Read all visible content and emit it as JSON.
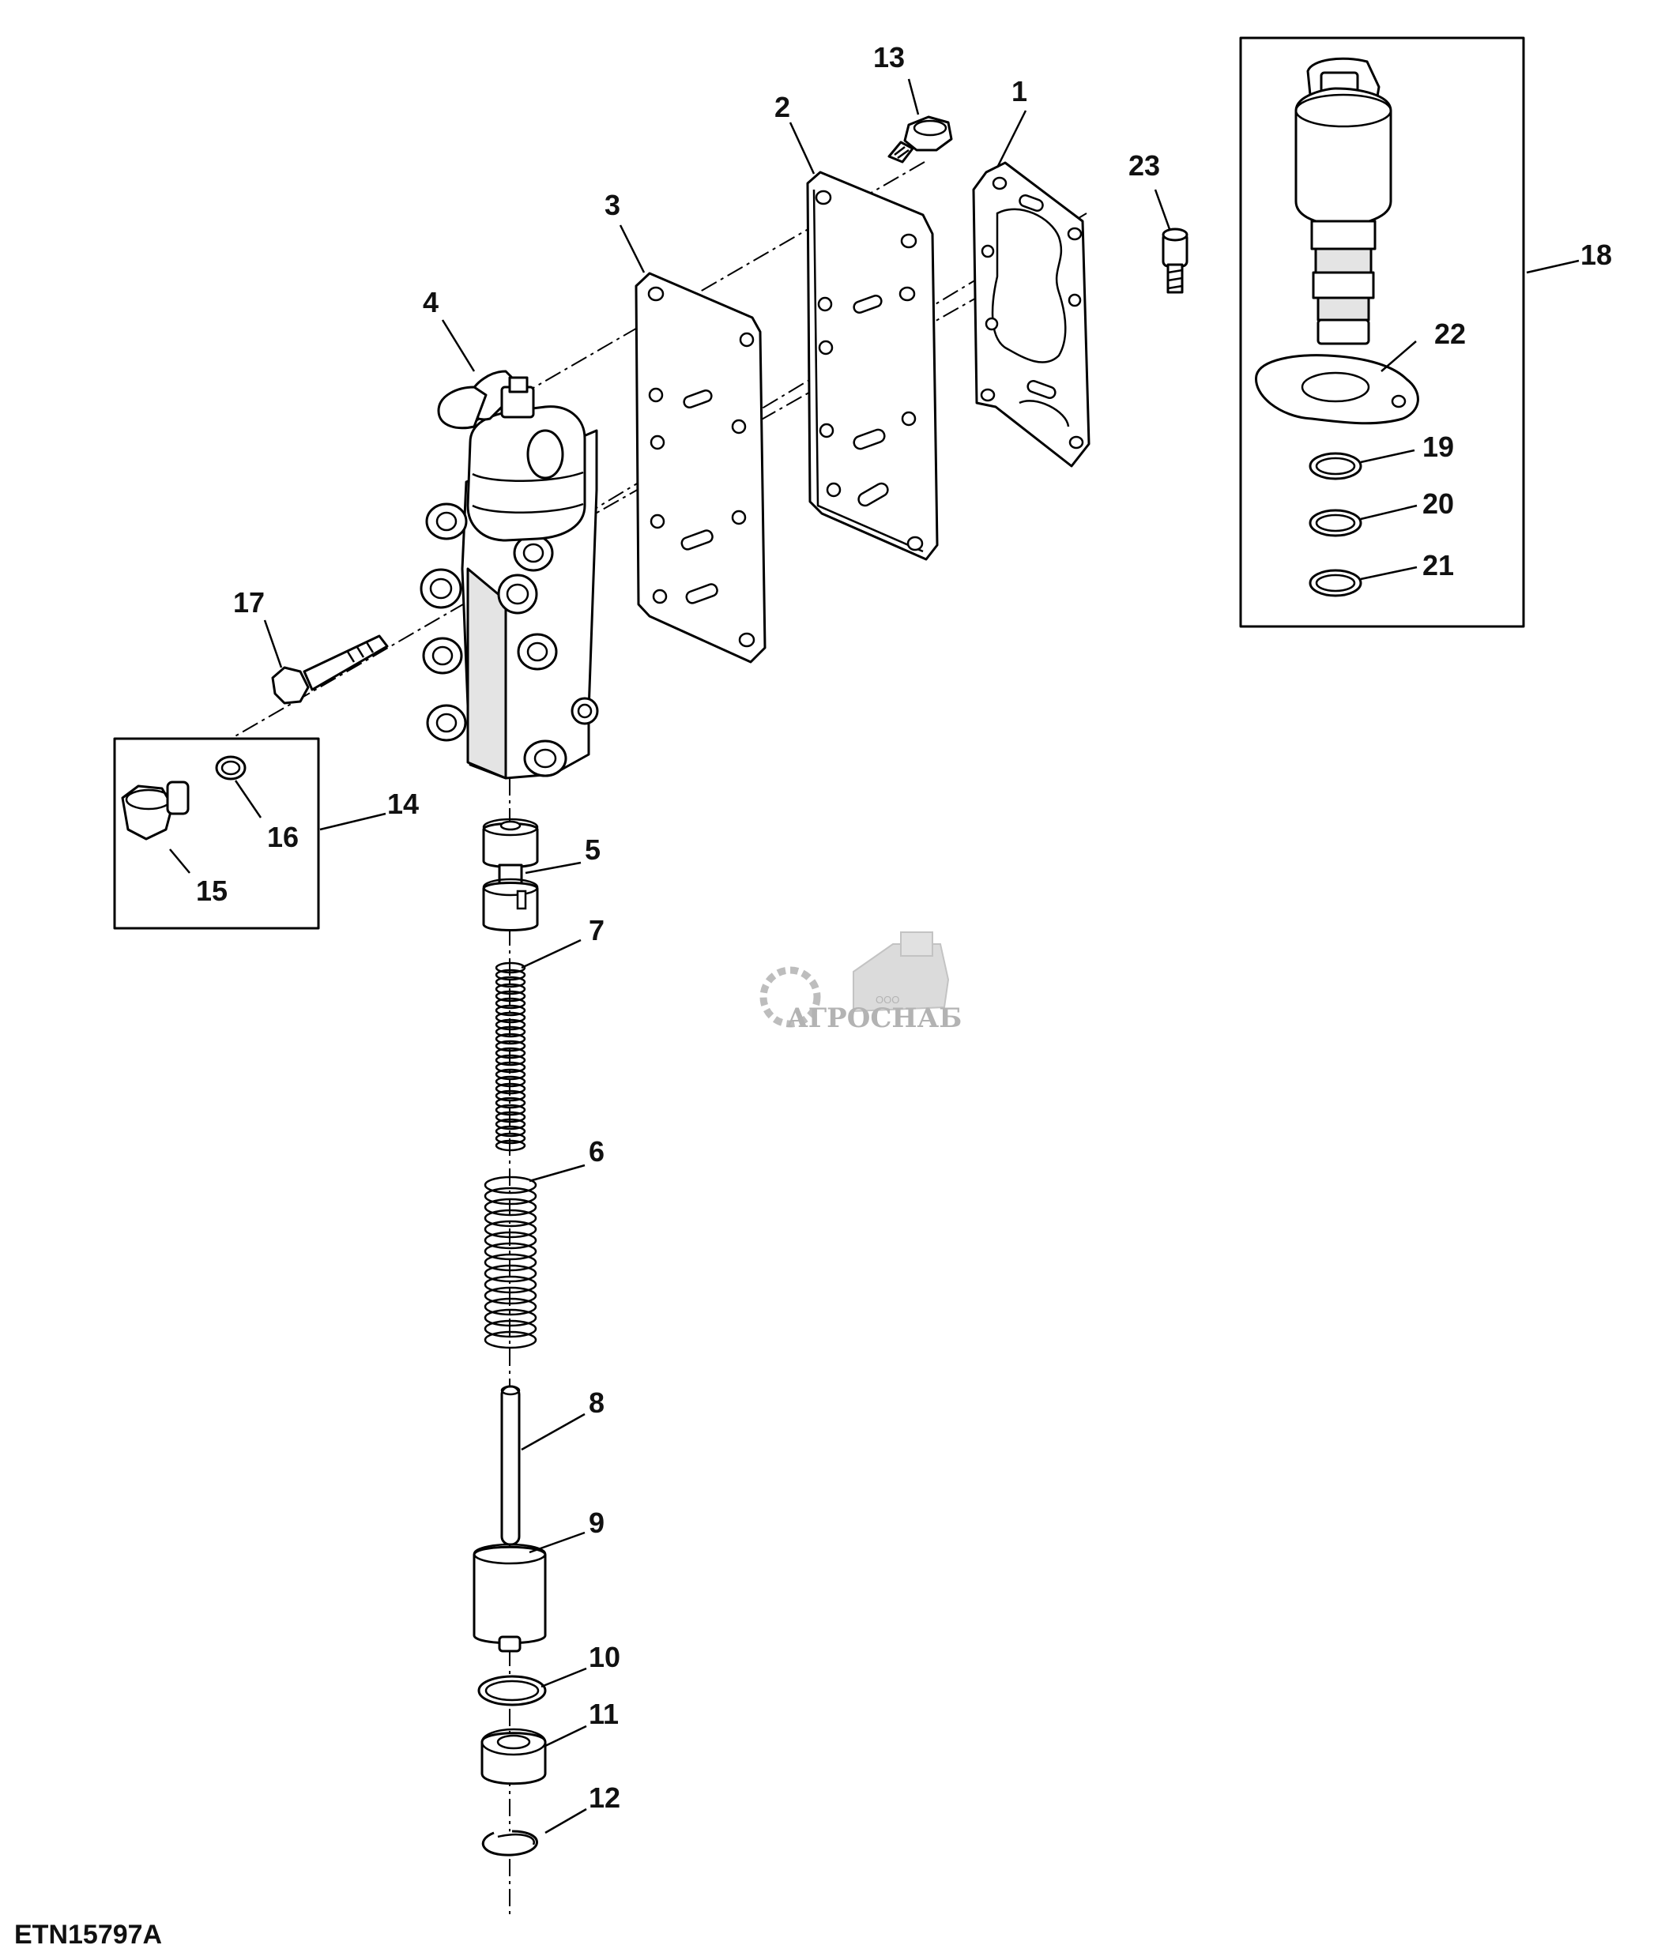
{
  "figure_id": "ETN15797A",
  "watermark": {
    "small": "ООО",
    "brand": "АГРОСНАБ"
  },
  "callouts": {
    "c1": "1",
    "c2": "2",
    "c3": "3",
    "c4": "4",
    "c5": "5",
    "c6": "6",
    "c7": "7",
    "c8": "8",
    "c9": "9",
    "c10": "10",
    "c11": "11",
    "c12": "12",
    "c13": "13",
    "c14": "14",
    "c15": "15",
    "c16": "16",
    "c17": "17",
    "c18": "18",
    "c19": "19",
    "c20": "20",
    "c21": "21",
    "c22": "22",
    "c23": "23"
  }
}
